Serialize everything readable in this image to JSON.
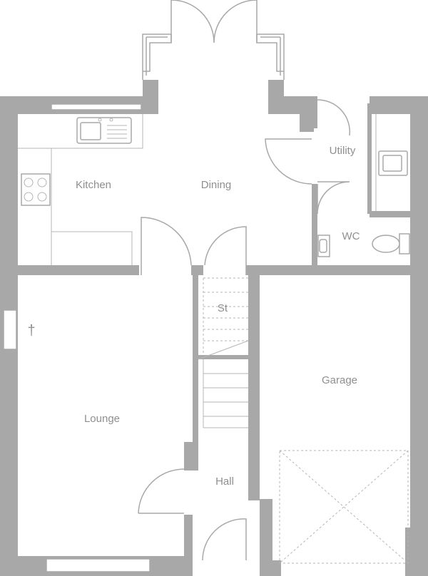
{
  "rooms": {
    "kitchen": "Kitchen",
    "dining": "Dining",
    "utility": "Utility",
    "wc": "WC",
    "store": "St",
    "lounge": "Lounge",
    "garage": "Garage",
    "hall": "Hall"
  },
  "symbols": {
    "radiator_mark": "†"
  },
  "colors": {
    "wall": "#a8a8a8",
    "label": "#8f8f8f"
  }
}
